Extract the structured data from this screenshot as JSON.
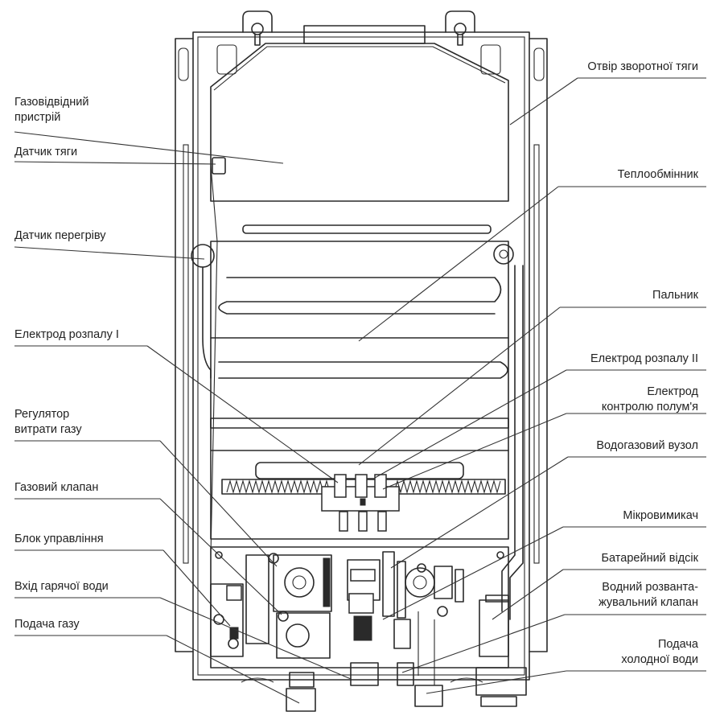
{
  "labels_left": [
    {
      "id": "flue",
      "lines": [
        "Газовідвідний",
        "пристрій"
      ]
    },
    {
      "id": "draft-sensor",
      "lines": [
        "Датчик тяги"
      ]
    },
    {
      "id": "overheat-sensor",
      "lines": [
        "Датчик перегріву"
      ]
    },
    {
      "id": "ignition-electrode-1",
      "lines": [
        "Електрод розпалу І"
      ]
    },
    {
      "id": "gas-flow-regulator",
      "lines": [
        "Регулятор",
        "витрати газу"
      ]
    },
    {
      "id": "gas-valve",
      "lines": [
        "Газовий клапан"
      ]
    },
    {
      "id": "control-unit",
      "lines": [
        "Блок управління"
      ]
    },
    {
      "id": "hot-water-outlet",
      "lines": [
        "Вхід гарячої води"
      ]
    },
    {
      "id": "gas-supply",
      "lines": [
        "Подача газу"
      ]
    }
  ],
  "labels_right": [
    {
      "id": "back-draft-opening",
      "lines": [
        "Отвір зворотної тяги"
      ]
    },
    {
      "id": "heat-exchanger",
      "lines": [
        "Теплообмінник"
      ]
    },
    {
      "id": "burner",
      "lines": [
        "Пальник"
      ]
    },
    {
      "id": "ignition-electrode-2",
      "lines": [
        "Електрод розпалу ІІ"
      ]
    },
    {
      "id": "flame-control-electrode",
      "lines": [
        "Електрод",
        "контролю полум'я"
      ]
    },
    {
      "id": "water-gas-unit",
      "lines": [
        "Водогазовий вузол"
      ]
    },
    {
      "id": "microswitch",
      "lines": [
        "Мікровимикач"
      ]
    },
    {
      "id": "battery-compartment",
      "lines": [
        "Батарейний відсік"
      ]
    },
    {
      "id": "water-relief-valve",
      "lines": [
        "Водний розванта-",
        "жувальний клапан"
      ]
    },
    {
      "id": "cold-water-supply",
      "lines": [
        "Подача",
        "холодної води"
      ]
    }
  ]
}
